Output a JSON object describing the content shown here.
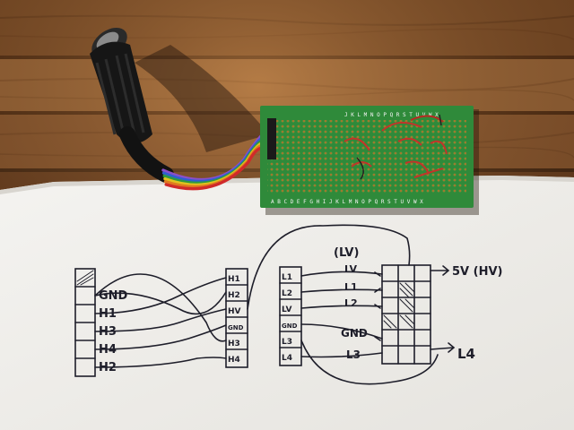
{
  "scene": {
    "description_free": true,
    "colors": {
      "wood_dark": "#5a3519",
      "wood_mid": "#8a5a31",
      "wood_light": "#b27a45",
      "paper": "#f2f1ee",
      "ink": "#1e1e2a",
      "pcb": "#2f8a3a",
      "red_wire": "#c2342a",
      "cable": "#141414"
    },
    "ribbon_colors": [
      "#8a4fc9",
      "#2f5fd0",
      "#2f9a3f",
      "#e0c21f",
      "#e07a1f",
      "#d02a2a"
    ]
  },
  "pcb": {
    "top_letters": "J K L M N O P Q R S T U V W X",
    "bottom_letters": "A B C D E F G H I J K L M N O P Q R S T U V W X"
  },
  "sketch": {
    "left_block": {
      "labels": [
        "GND",
        "H1",
        "H3",
        "H4",
        "H2"
      ]
    },
    "middle_block": {
      "labels": [
        "H1",
        "H2",
        "HV",
        "GND",
        "H3",
        "H4"
      ]
    },
    "right_block": {
      "labels": [
        "L1",
        "L2",
        "LV",
        "GND",
        "L3",
        "L4"
      ]
    },
    "converter_labels": {
      "top": "(LV)",
      "row1": "LV",
      "row2": "L1",
      "row3": "L2",
      "row_gnd": "GND",
      "row_l3": "L3"
    },
    "arrow_right_top": "5V (HV)",
    "arrow_right_bottom": "L4"
  }
}
